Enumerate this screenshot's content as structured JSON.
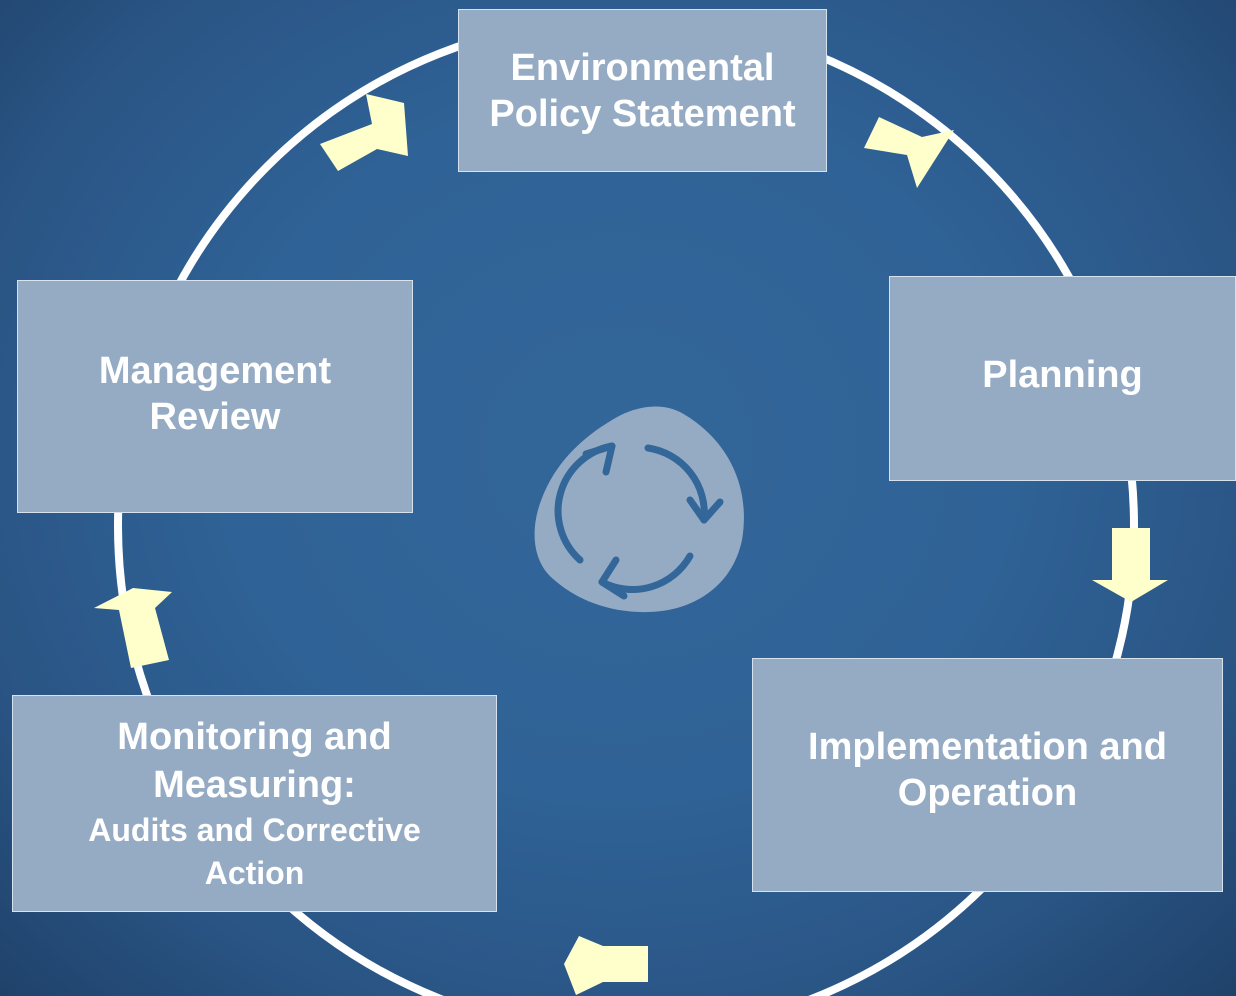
{
  "diagram": {
    "nodes": {
      "policy": {
        "lines": [
          "Environmental",
          "Policy Statement"
        ]
      },
      "planning": {
        "lines": [
          "Planning"
        ]
      },
      "implementation": {
        "lines": [
          "Implementation and",
          "Operation"
        ]
      },
      "monitoring": {
        "lines": [
          "Monitoring and",
          "Measuring:"
        ],
        "sub_lines": [
          "Audits and Corrective",
          "Action"
        ]
      },
      "review": {
        "lines": [
          "Management",
          "Review"
        ]
      }
    },
    "edges": [
      {
        "from": "policy",
        "to": "planning"
      },
      {
        "from": "planning",
        "to": "implementation"
      },
      {
        "from": "implementation",
        "to": "monitoring"
      },
      {
        "from": "monitoring",
        "to": "review"
      },
      {
        "from": "review",
        "to": "policy"
      }
    ],
    "center_icon": "cycle-refresh-icon"
  },
  "colors": {
    "background": "#336699",
    "box_fill": "#95abc4",
    "box_text": "#ffffff",
    "cycle_line": "#ffffff",
    "arrow_fill": "#ffffcc",
    "icon_fill": "#95abc4"
  }
}
